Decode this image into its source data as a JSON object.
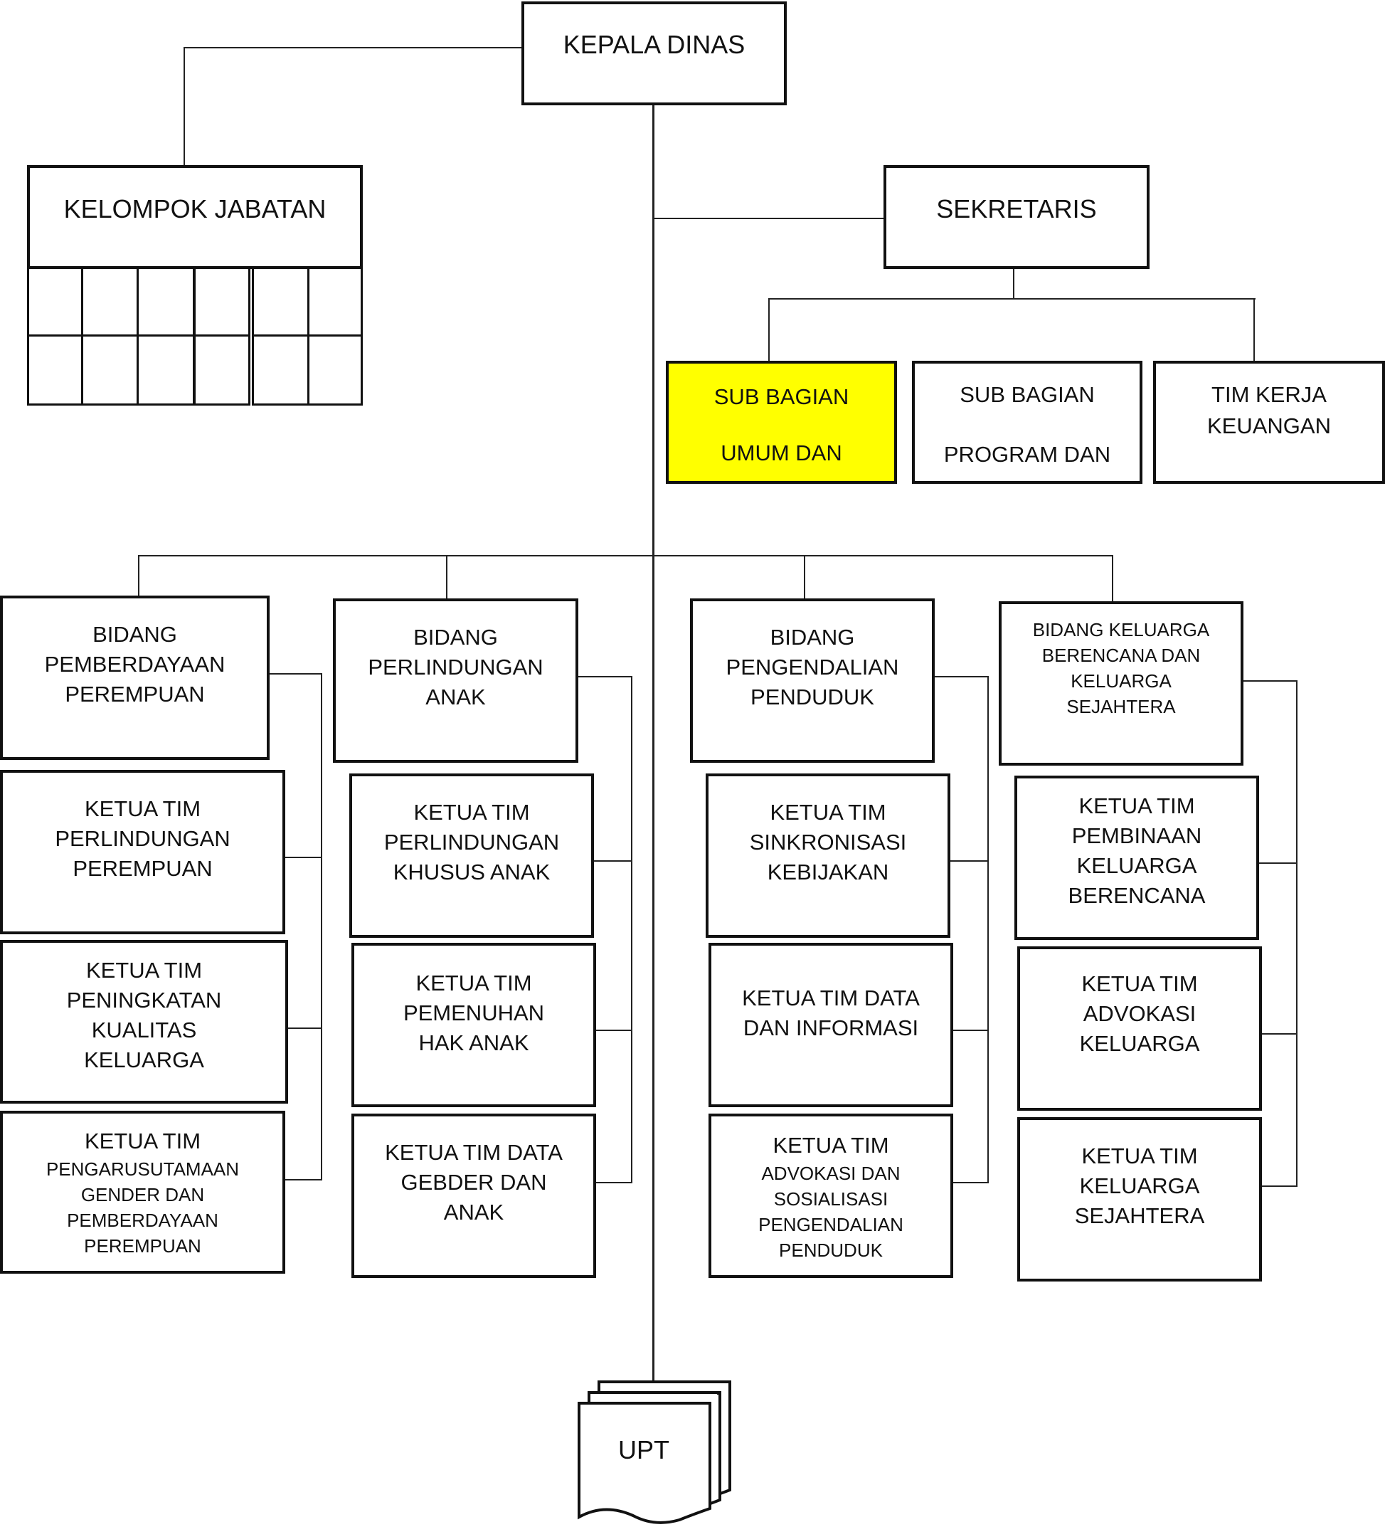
{
  "head": "KEPALA  DINAS",
  "kelompok": "KELOMPOK JABATAN",
  "sekretaris": "SEKRETARIS",
  "sub_umum": {
    "line1": "SUB BAGIAN",
    "line2": "UMUM DAN",
    "fill": "#ffff00"
  },
  "sub_program": {
    "line1": "SUB BAGIAN",
    "line2": "PROGRAM DAN"
  },
  "tim_keuangan": "TIM KERJA\nKEUANGAN",
  "bidang": [
    {
      "title": "BIDANG\nPEMBERDAYAAN\nPEREMPUAN",
      "teams": [
        {
          "line1": "KETUA TIM",
          "line2": "PERLINDUNGAN\nPEREMPUAN"
        },
        {
          "line1": "KETUA TIM",
          "line2": "PENINGKATAN\nKUALITAS\nKELUARGA"
        },
        {
          "line1": "KETUA TIM",
          "line2": "PENGARUSUTAMAAN\nGENDER DAN\nPEMBERDAYAAN\nPEREMPUAN"
        }
      ]
    },
    {
      "title": "BIDANG\nPERLINDUNGAN\nANAK",
      "teams": [
        {
          "line1": "KETUA TIM",
          "line2": "PERLINDUNGAN\nKHUSUS ANAK"
        },
        {
          "line1": "KETUA TIM",
          "line2": "PEMENUHAN\nHAK ANAK"
        },
        {
          "line1": "KETUA TIM DATA",
          "line2": "GEBDER DAN\nANAK"
        }
      ]
    },
    {
      "title": "BIDANG\nPENGENDALIAN\nPENDUDUK",
      "teams": [
        {
          "line1": "KETUA TIM",
          "line2": "SINKRONISASI\nKEBIJAKAN"
        },
        {
          "line1": "KETUA TIM  DATA",
          "line2": "DAN INFORMASI"
        },
        {
          "line1": "KETUA TIM",
          "line2": "ADVOKASI DAN\nSOSIALISASI\nPENGENDALIAN\nPENDUDUK"
        }
      ]
    },
    {
      "title": "BIDANG KELUARGA\nBERENCANA DAN\nKELUARGA\nSEJAHTERA",
      "teams": [
        {
          "line1": "KETUA TIM",
          "line2": "PEMBINAAN\nKELUARGA\nBERENCANA"
        },
        {
          "line1": "KETUA TIM",
          "line2": "ADVOKASI\nKELUARGA"
        },
        {
          "line1": "KETUA TIM",
          "line2": "KELUARGA\nSEJAHTERA"
        }
      ]
    }
  ],
  "upt": "UPT"
}
